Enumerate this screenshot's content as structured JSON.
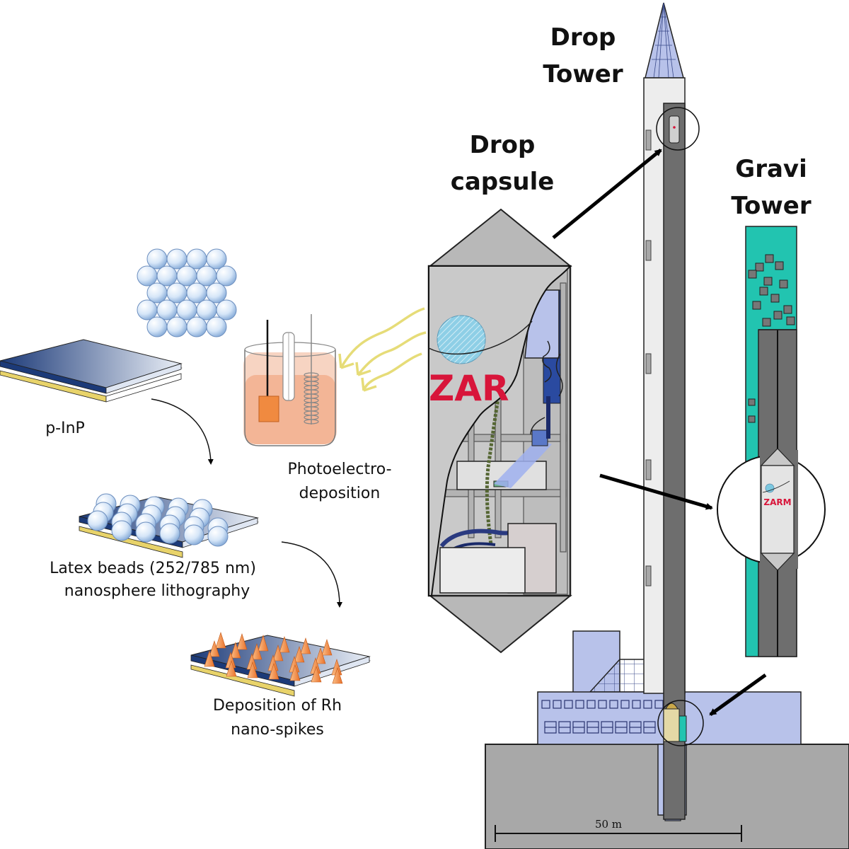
{
  "labels": {
    "drop_tower": [
      "Drop",
      "Tower"
    ],
    "drop_capsule": [
      "Drop",
      "capsule"
    ],
    "gravi_tower": [
      "Gravi",
      "Tower"
    ],
    "p_inp": "p-InP",
    "photoelectro": [
      "Photoelectro-",
      "deposition"
    ],
    "latex": [
      "Latex beads (252/785 nm)",
      "nanosphere lithography"
    ],
    "rh": [
      "Deposition of Rh",
      "nano-spikes"
    ],
    "scale": "50 m",
    "zarm_big": "ZAR",
    "zarm_small": "ZARM"
  },
  "colors": {
    "capsule_gray": "#b8b8b8",
    "shaft_gray": "#6e6e6e",
    "tower_white": "#ececec",
    "building_blue": "#b8c2ea",
    "gravi_teal": "#22c4b0",
    "ground_gray": "#a6a6a6",
    "zarm_red": "#d8153a",
    "wafer_blue": "#1f3f7a",
    "wafer_gold": "#e8d36a",
    "solution_orange": "#f3b596",
    "spike_orange": "#f08a40",
    "light_yellow": "#e8e07a"
  }
}
